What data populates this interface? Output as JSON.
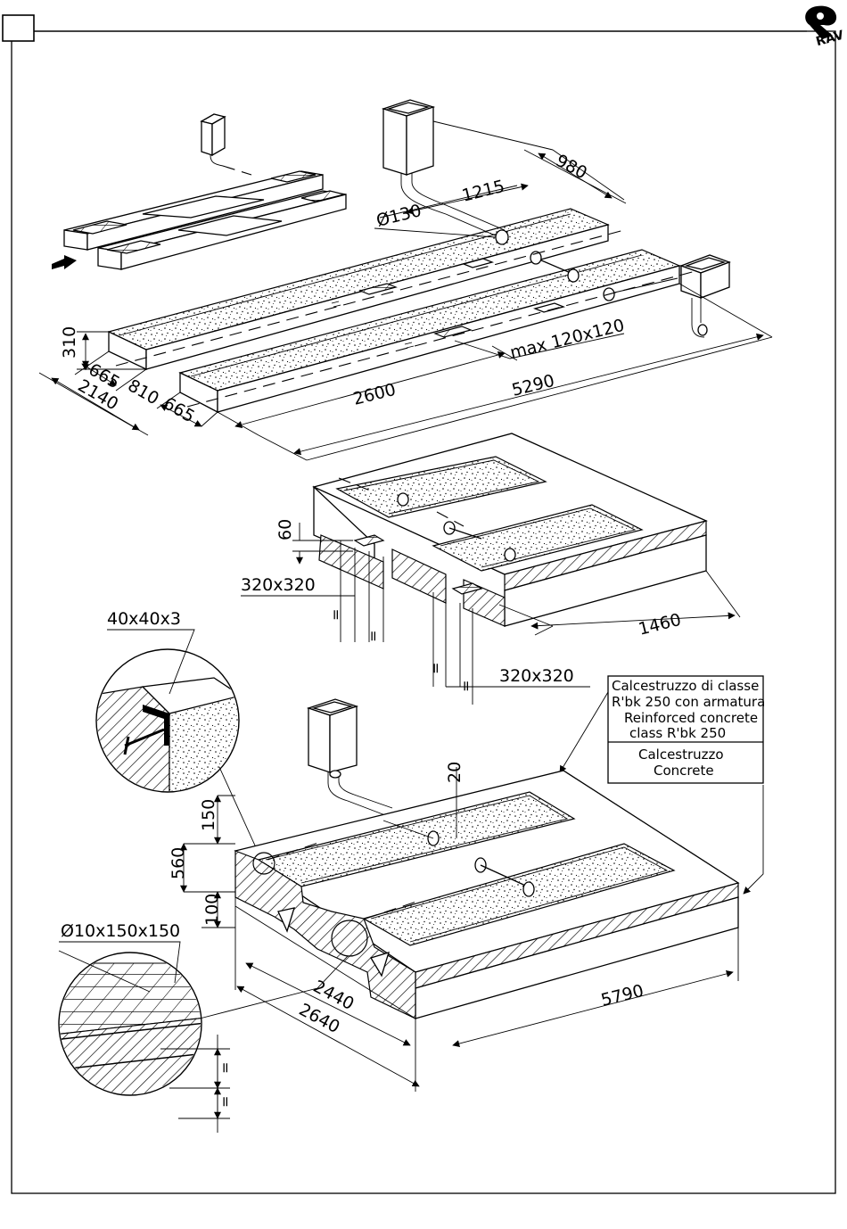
{
  "frame": {
    "corner_box": ""
  },
  "logo": {
    "text": "RAV"
  },
  "dimensions": {
    "d980": "980",
    "d1215": "1215",
    "d130": "Ø130",
    "d310": "310",
    "d665a": "665",
    "d810": "810",
    "d2140": "2140",
    "d665b": "665",
    "d2600": "2600",
    "d5290": "5290",
    "max_opening": "max 120x120",
    "d60": "60",
    "plate_a": "320x320",
    "plate_b": "320x320",
    "d1460": "1460",
    "angle": "40x40x3",
    "mesh": "Ø10x150x150",
    "d20": "20",
    "d150": "150",
    "d560": "560",
    "d100": "100",
    "d2440": "2440",
    "d2640": "2640",
    "d5790": "5790",
    "eq": "="
  },
  "legend": {
    "reinforced_it_1": "Calcestruzzo di classe",
    "reinforced_it_2": "R'bk 250 con armatura",
    "reinforced_en_1": "Reinforced concrete",
    "reinforced_en_2": "class R'bk 250",
    "plain_it": "Calcestruzzo",
    "plain_en": "Concrete"
  },
  "colors": {
    "ink": "#000000",
    "paper": "#ffffff"
  }
}
